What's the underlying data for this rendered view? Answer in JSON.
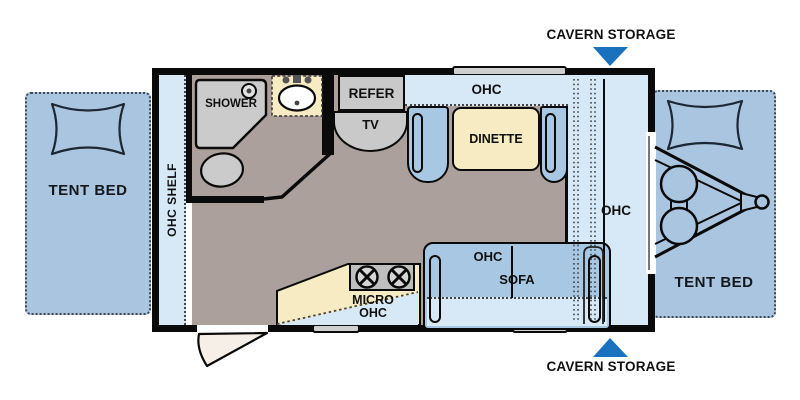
{
  "colors": {
    "bed_blue": "#a9c5df",
    "cabinet_light_blue": "#d7e9f6",
    "seat_blue": "#a7c7e2",
    "counter_yellow": "#f6ebc3",
    "floor_taupe": "#aba09b",
    "appliance_gray": "#c9c9c9",
    "arrow_blue": "#1a72bf",
    "wall_black": "#0a0a0a"
  },
  "storage": {
    "top_label": "CAVERN STORAGE",
    "bottom_label": "CAVERN STORAGE"
  },
  "beds": {
    "left_label": "TENT BED",
    "right_label": "TENT BED"
  },
  "interior": {
    "shelf_label": "OHC SHELF",
    "shower_label": "SHOWER",
    "refrigerator_label": "REFER",
    "tv_label": "TV",
    "dinette_overhead_label": "OHC",
    "dinette_label": "DINETTE",
    "rear_overhead_label": "OHC",
    "kitchen_overhead_line1": "MICRO",
    "kitchen_overhead_line2": "OHC",
    "sofa_label": "SOFA",
    "sofa_overhead_label": "OHC"
  }
}
